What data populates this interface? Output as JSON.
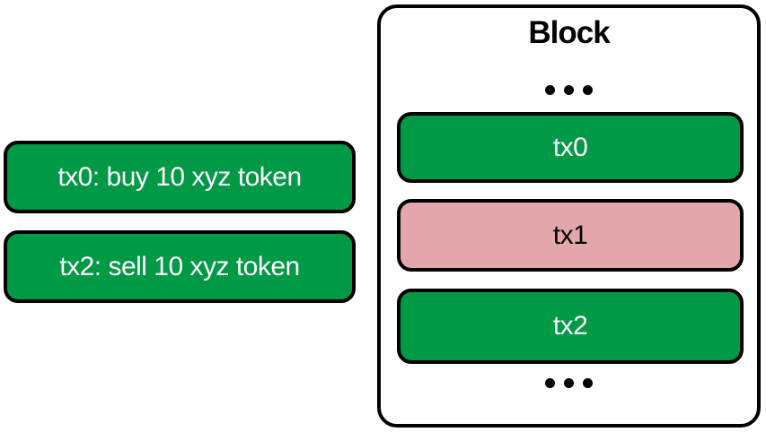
{
  "colors": {
    "green": "#009945",
    "pink": "#e3a6ab",
    "outline": "#000000",
    "tx_text_light": "#ffffff",
    "tx_text_dark": "#000000",
    "background": "#ffffff"
  },
  "left_panel": {
    "cards": [
      {
        "label": "tx0: buy 10 xyz token",
        "color": "#009945"
      },
      {
        "label": "tx2: sell 10 xyz token",
        "color": "#009945"
      }
    ]
  },
  "block": {
    "title": "Block",
    "ellipsis_icon": "•••",
    "transactions": [
      {
        "label": "tx0",
        "color": "#009945"
      },
      {
        "label": "tx1",
        "color": "#e3a6ab"
      },
      {
        "label": "tx2",
        "color": "#009945"
      }
    ]
  }
}
